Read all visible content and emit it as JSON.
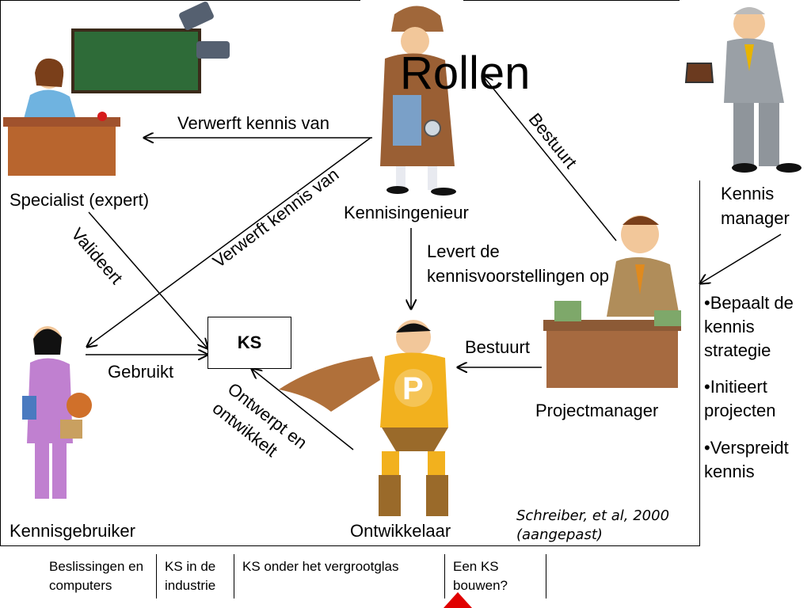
{
  "title": "Rollen",
  "roles": {
    "specialist": "Specialist (expert)",
    "kennisingenieur": "Kennisingenieur",
    "kennis_manager": "Kennis manager",
    "projectmanager": "Projectmanager",
    "kennisgebruiker": "Kennisgebruiker",
    "ontwikkelaar": "Ontwikkelaar"
  },
  "center_box": "KS",
  "relations": {
    "verwerft_1": "Verwerft kennis van",
    "verwerft_2": "Verwerft kennis van",
    "bestuurt_1": "Bestuurt",
    "bestuurt_2": "Bestuurt",
    "valideert": "Valideert",
    "levert": "Levert de kennisvoorstellingen op",
    "gebruikt": "Gebruikt",
    "ontwerpt": "Ontwerpt en ontwikkelt"
  },
  "manager_tasks": [
    "•Bepaalt de kennis strategie",
    "•Initieert projecten",
    "•Verspreidt kennis"
  ],
  "citation": "Schreiber, et al, 2000 (aangepast)",
  "nav": {
    "items": [
      {
        "label": "Beslissingen en computers"
      },
      {
        "label": "KS in de industrie"
      },
      {
        "label": "KS onder het vergrootglas"
      },
      {
        "label": "Een KS bouwen?"
      }
    ]
  },
  "colors": {
    "nav_marker": "#e00000",
    "hero_suit": "#f2b11e",
    "cape": "#b0703a"
  }
}
